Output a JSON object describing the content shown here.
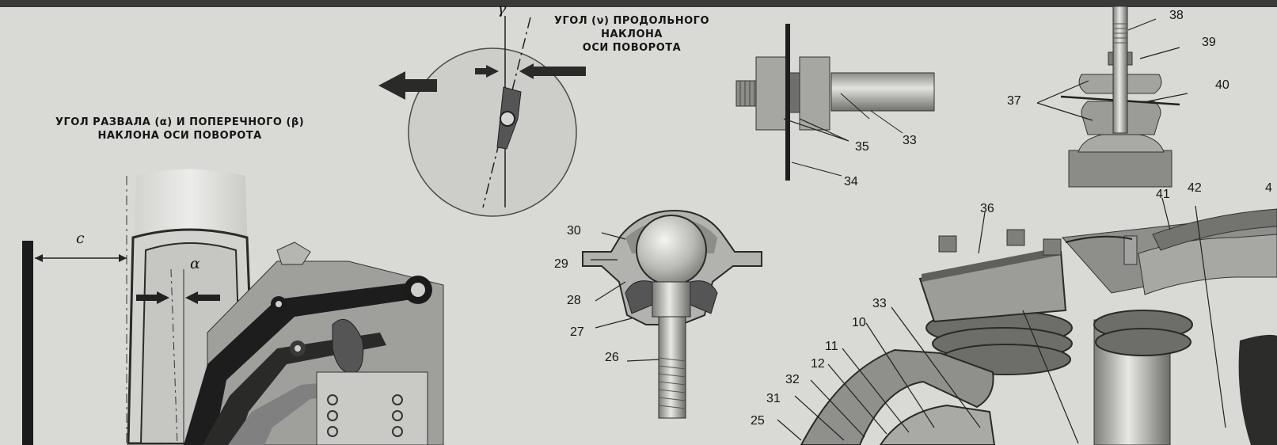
{
  "captions": {
    "caster_title": [
      "УГОЛ (ν) ПРОДОЛЬНОГО",
      "НАКЛОНА",
      "ОСИ ПОВОРОТА"
    ],
    "camber_title": [
      "УГОЛ РАЗВАЛА (α) И ПОПЕРЕЧНОГО (β)",
      "НАКЛОНА ОСИ ПОВОРОТА"
    ]
  },
  "symbols": {
    "gamma": "γ",
    "alpha": "α",
    "offset_c": "c"
  },
  "callouts": {
    "n38": "38",
    "n39": "39",
    "n40": "40",
    "n37": "37",
    "n35": "35",
    "n33_top": "33",
    "n34": "34",
    "n36": "36",
    "n41": "41",
    "n42": "42",
    "n4_partial": "4",
    "n30": "30",
    "n29": "29",
    "n28": "28",
    "n27": "27",
    "n26": "26",
    "n33_low": "33",
    "n10": "10",
    "n11": "11",
    "n12": "12",
    "n32": "32",
    "n31": "31",
    "n25": "25"
  },
  "colors": {
    "background": "#d9d9d5",
    "dark_part": "#1e1e1e",
    "mid_part": "#8d8d8a",
    "light_part": "#c4c4c0",
    "ink": "#151515"
  }
}
